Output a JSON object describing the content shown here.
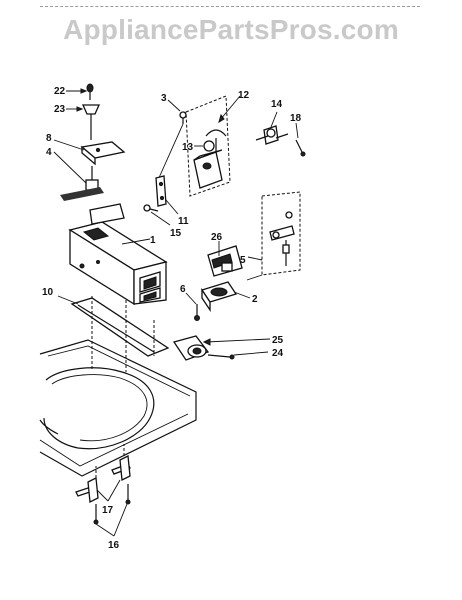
{
  "watermark": "AppliancePartsPros.com",
  "callouts": {
    "c1": "1",
    "c2": "2",
    "c3": "3",
    "c4": "4",
    "c5": "5",
    "c6": "6",
    "c8": "8",
    "c10": "10",
    "c11": "11",
    "c12": "12",
    "c13": "13",
    "c14": "14",
    "c15": "15",
    "c16": "16",
    "c17": "17",
    "c18": "18",
    "c22": "22",
    "c23": "23",
    "c24": "24",
    "c25": "25",
    "c26": "26"
  }
}
